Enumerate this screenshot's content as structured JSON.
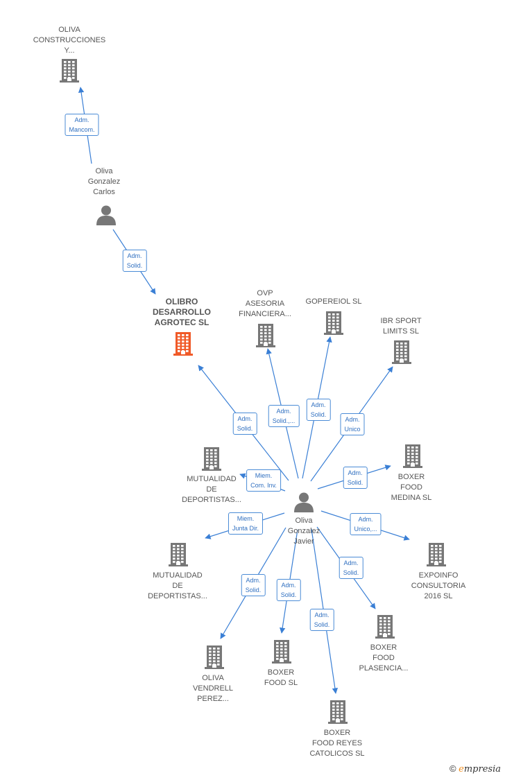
{
  "colors": {
    "edge": "#3a7fd5",
    "company": "#777777",
    "company_main": "#f05a28",
    "person": "#777777",
    "tag_text": "#2f6fc0"
  },
  "nodes": [
    {
      "id": "oliva-construcciones",
      "kind": "company",
      "lines": [
        "OLIVA",
        "CONSTRUCCIONES",
        "Y..."
      ]
    },
    {
      "id": "oliva-gonzalez-carlos",
      "kind": "person",
      "lines": [
        "Oliva",
        "Gonzalez",
        "Carlos"
      ]
    },
    {
      "id": "olibro",
      "kind": "company-main",
      "lines": [
        "OLIBRO",
        "DESARROLLO",
        "AGROTEC  SL"
      ]
    },
    {
      "id": "ovp",
      "kind": "company",
      "lines": [
        "OVP",
        "ASESORIA",
        "FINANCIERA..."
      ]
    },
    {
      "id": "gopereiol",
      "kind": "company",
      "lines": [
        "GOPEREIOL  SL"
      ]
    },
    {
      "id": "ibr-sport",
      "kind": "company",
      "lines": [
        "IBR SPORT",
        "LIMITS  SL"
      ]
    },
    {
      "id": "mutualidad-1",
      "kind": "company",
      "lines": [
        "MUTUALIDAD",
        "DE",
        "DEPORTISTAS..."
      ]
    },
    {
      "id": "boxer-medina",
      "kind": "company",
      "lines": [
        "BOXER",
        "FOOD",
        "MEDINA  SL"
      ]
    },
    {
      "id": "oliva-gonzalez-javier",
      "kind": "person",
      "lines": [
        "Oliva",
        "Gonzalez",
        "Javier"
      ]
    },
    {
      "id": "mutualidad-2",
      "kind": "company",
      "lines": [
        "MUTUALIDAD",
        "DE",
        "DEPORTISTAS..."
      ]
    },
    {
      "id": "expoinfo",
      "kind": "company",
      "lines": [
        "EXPOINFO",
        "CONSULTORIA",
        "2016  SL"
      ]
    },
    {
      "id": "boxer-plasencia",
      "kind": "company",
      "lines": [
        "BOXER",
        "FOOD",
        "PLASENCIA..."
      ]
    },
    {
      "id": "oliva-vendrell",
      "kind": "company",
      "lines": [
        "OLIVA",
        "VENDRELL",
        "PEREZ..."
      ]
    },
    {
      "id": "boxer-food",
      "kind": "company",
      "lines": [
        "BOXER",
        "FOOD  SL"
      ]
    },
    {
      "id": "boxer-reyes",
      "kind": "company",
      "lines": [
        "BOXER",
        "FOOD REYES",
        "CATOLICOS  SL"
      ]
    }
  ],
  "edges": [
    {
      "from": "oliva-gonzalez-carlos",
      "to": "oliva-construcciones",
      "label": [
        "Adm.",
        "Mancom."
      ]
    },
    {
      "from": "oliva-gonzalez-carlos",
      "to": "olibro",
      "label": [
        "Adm.",
        "Solid."
      ]
    },
    {
      "from": "oliva-gonzalez-javier",
      "to": "olibro",
      "label": [
        "Adm.",
        "Solid."
      ]
    },
    {
      "from": "oliva-gonzalez-javier",
      "to": "ovp",
      "label": [
        "Adm.",
        "Solid.,..."
      ]
    },
    {
      "from": "oliva-gonzalez-javier",
      "to": "gopereiol",
      "label": [
        "Adm.",
        "Solid."
      ]
    },
    {
      "from": "oliva-gonzalez-javier",
      "to": "ibr-sport",
      "label": [
        "Adm.",
        "Unico"
      ]
    },
    {
      "from": "oliva-gonzalez-javier",
      "to": "mutualidad-1",
      "label": [
        "Miem.",
        "Com. Inv."
      ]
    },
    {
      "from": "oliva-gonzalez-javier",
      "to": "boxer-medina",
      "label": [
        "Adm.",
        "Solid."
      ]
    },
    {
      "from": "oliva-gonzalez-javier",
      "to": "mutualidad-2",
      "label": [
        "Miem.",
        "Junta Dir."
      ]
    },
    {
      "from": "oliva-gonzalez-javier",
      "to": "expoinfo",
      "label": [
        "Adm.",
        "Unico,..."
      ]
    },
    {
      "from": "oliva-gonzalez-javier",
      "to": "oliva-vendrell",
      "label": [
        "Adm.",
        "Solid."
      ]
    },
    {
      "from": "oliva-gonzalez-javier",
      "to": "boxer-food",
      "label": [
        "Adm.",
        "Solid."
      ]
    },
    {
      "from": "oliva-gonzalez-javier",
      "to": "boxer-reyes",
      "label": [
        "Adm.",
        "Solid."
      ]
    },
    {
      "from": "oliva-gonzalez-javier",
      "to": "boxer-plasencia",
      "label": [
        "Adm.",
        "Solid."
      ]
    }
  ],
  "brand": {
    "copyright": "©",
    "initial": "e",
    "rest": "mpresia"
  }
}
